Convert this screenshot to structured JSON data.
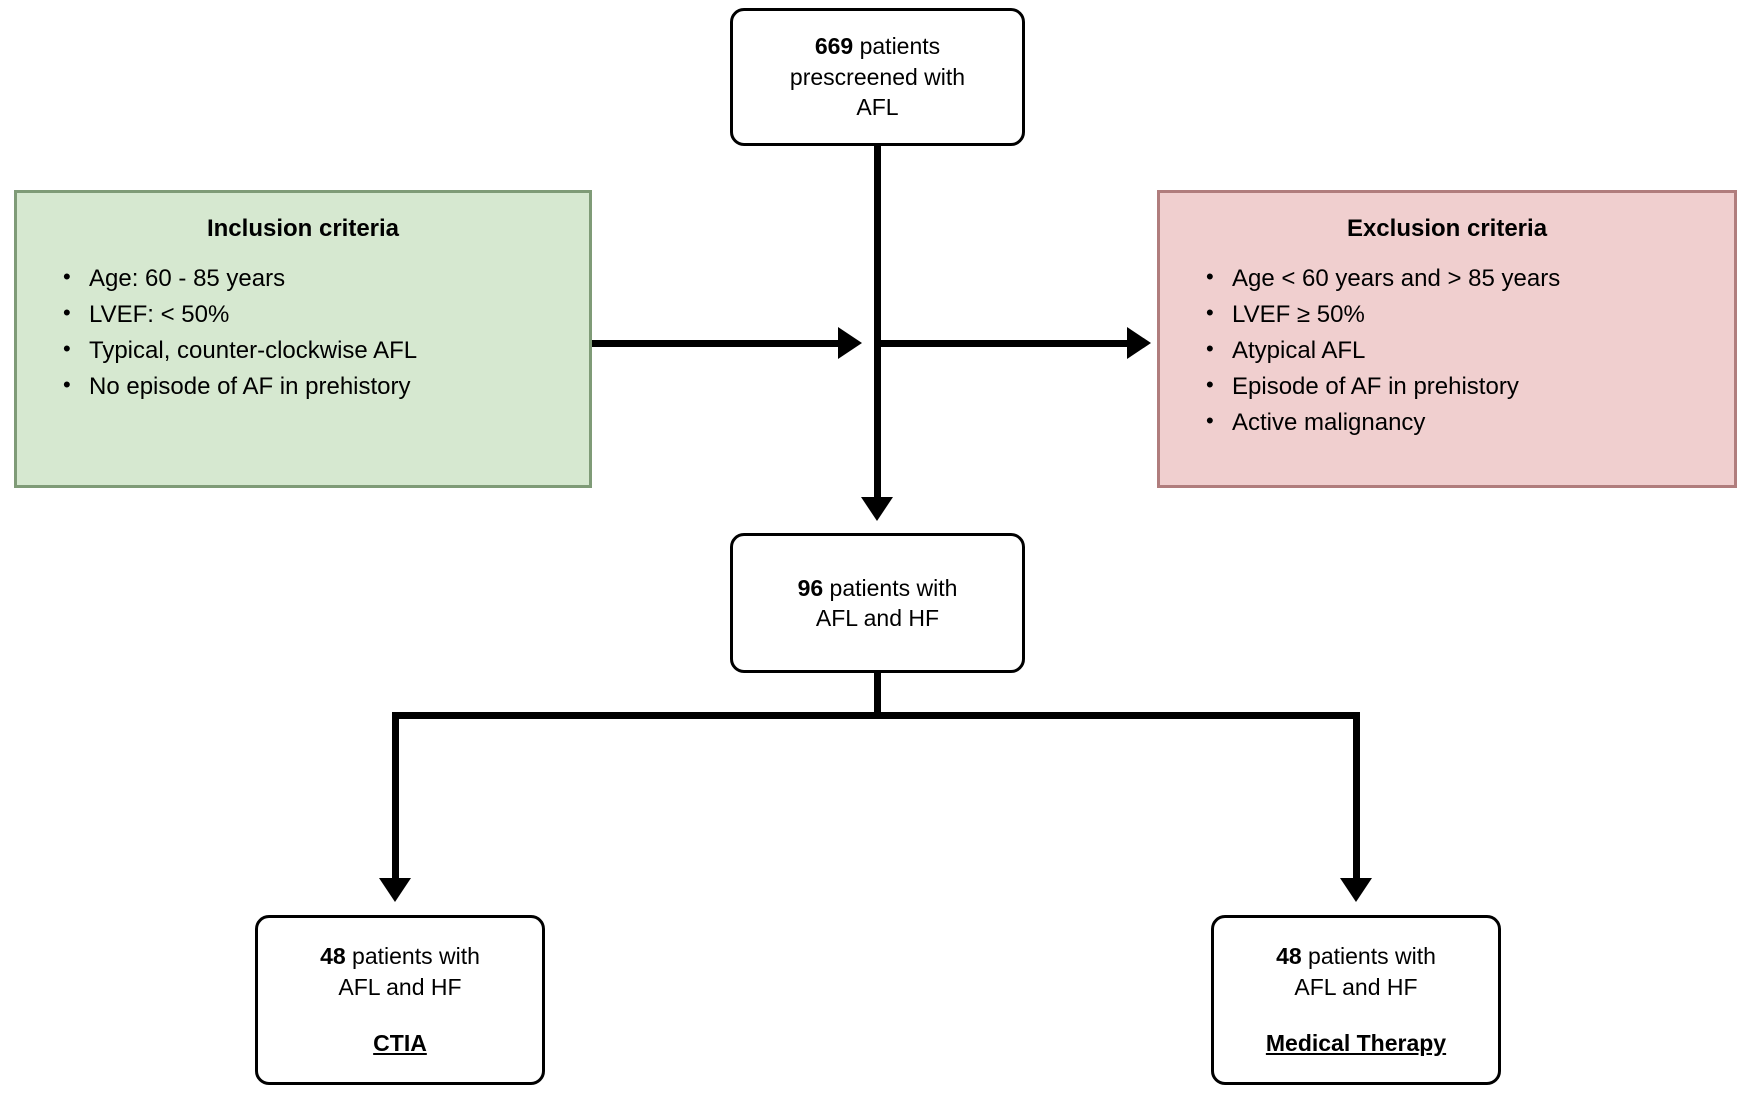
{
  "diagram": {
    "type": "flowchart",
    "nodes": {
      "prescreened": {
        "line1_bold": "669",
        "line1_rest": " patients",
        "line2": "prescreened with",
        "line3": "AFL"
      },
      "eligible": {
        "line1_bold": "96",
        "line1_rest": " patients with",
        "line2": "AFL and HF"
      },
      "arm_left": {
        "line1_bold": "48",
        "line1_rest": " patients with",
        "line2": "AFL and HF",
        "label": "CTIA"
      },
      "arm_right": {
        "line1_bold": "48",
        "line1_rest": " patients with",
        "line2": "AFL and HF",
        "label": "Medical Therapy"
      }
    },
    "inclusion": {
      "title": "Inclusion criteria",
      "items": [
        "Age: 60 - 85 years",
        "LVEF: < 50%",
        "Typical, counter-clockwise AFL",
        "No episode of AF in prehistory"
      ],
      "fill": "#d6e8d0",
      "stroke": "#7f9b77"
    },
    "exclusion": {
      "title": "Exclusion criteria",
      "items": [
        "Age < 60 years and > 85 years",
        "LVEF ≥ 50%",
        "Atypical AFL",
        "Episode of AF in prehistory",
        "Active malignancy"
      ],
      "fill": "#f0cfcf",
      "stroke": "#b07d7d"
    }
  }
}
